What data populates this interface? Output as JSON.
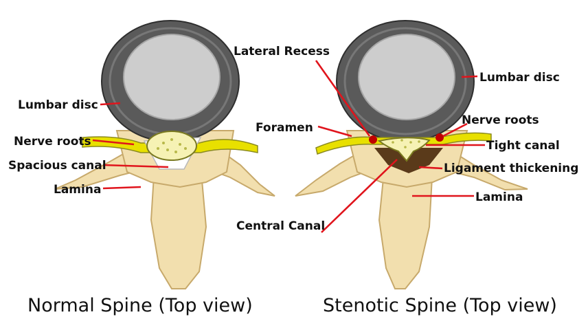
{
  "colors": {
    "disc_ring": "#5a5a5a",
    "disc_core": "#cdcdcd",
    "bone": "#f2dfae",
    "bone_shadow": "#c7a96b",
    "nerve": "#e8e000",
    "canal_fill": "#f6f2b4",
    "ligament": "#5a3a1a",
    "pointer": "#e0141c"
  },
  "normal": {
    "caption": "Normal Spine (Top view)",
    "labels": {
      "lumbar_disc": "Lumbar disc",
      "nerve_roots": "Nerve roots",
      "spacious_canal": "Spacious canal",
      "lamina": "Lamina"
    }
  },
  "stenotic": {
    "caption": "Stenotic Spine (Top view)",
    "labels": {
      "lateral_recess": "Lateral Recess",
      "lumbar_disc": "Lumbar disc",
      "foramen": "Foramen",
      "nerve_roots": "Nerve roots",
      "tight_canal": "Tight canal",
      "ligament_thickening": "Ligament thickening",
      "lamina": "Lamina",
      "central_canal": "Central Canal"
    }
  }
}
